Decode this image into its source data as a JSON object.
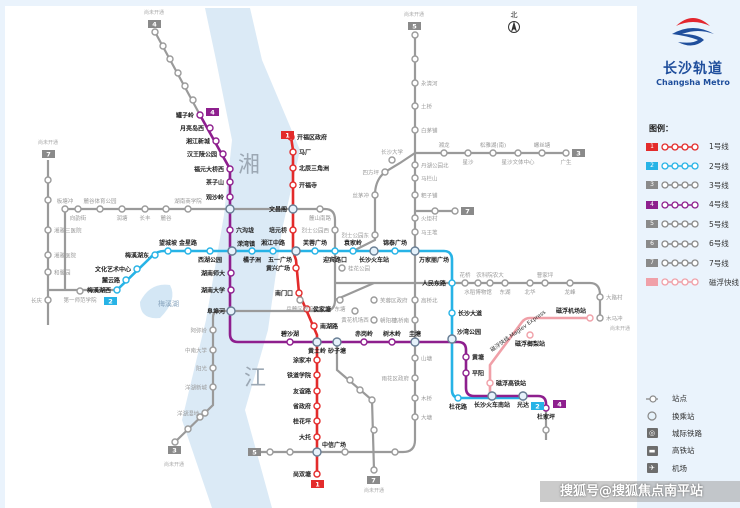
{
  "brand": {
    "name_cn": "长沙轨道",
    "name_en": "Changsha Metro"
  },
  "north_label": "北",
  "river_labels": [
    "湘",
    "江"
  ],
  "lake_label": "梅溪湖",
  "legend": {
    "title": "图例：",
    "lines": [
      {
        "badge": "1",
        "label": "1号线",
        "color": "#e32b2b"
      },
      {
        "badge": "2",
        "label": "2号线",
        "color": "#27b3e6"
      },
      {
        "badge": "3",
        "label": "3号线",
        "color": "#8a8a8a"
      },
      {
        "badge": "4",
        "label": "4号线",
        "color": "#8e1f8e"
      },
      {
        "badge": "5",
        "label": "5号线",
        "color": "#8a8a8a"
      },
      {
        "badge": "6",
        "label": "6号线",
        "color": "#8a8a8a"
      },
      {
        "badge": "7",
        "label": "7号线",
        "color": "#8a8a8a"
      },
      {
        "badge": "",
        "label": "磁浮快线",
        "color": "#f0a0a8"
      }
    ],
    "symbols": [
      {
        "icon": "station-icon",
        "label": "站点"
      },
      {
        "icon": "transfer-icon",
        "label": "换乘站"
      },
      {
        "icon": "intercity-rail-icon",
        "label": "城际铁路"
      },
      {
        "icon": "high-speed-rail-icon",
        "label": "高铁站"
      },
      {
        "icon": "airport-icon",
        "label": "机场"
      }
    ]
  },
  "lines": {
    "line1": {
      "name": "1号线",
      "badge": "1",
      "color": "#e32b2b",
      "stations": [
        "开福区政府",
        "马厂",
        "北辰三角洲",
        "开福寺",
        "文昌阁",
        "培元桥",
        "五一广场",
        "黄兴广场",
        "南门口",
        "侯家塘",
        "南湖路",
        "黄土岭",
        "涂家冲",
        "铁道学院",
        "友谊路",
        "省政府",
        "桂花坪",
        "大托",
        "中信广场",
        "尚双塘"
      ]
    },
    "line2": {
      "name": "2号线",
      "badge": "2",
      "color": "#27b3e6",
      "stations": [
        "梅溪湖西",
        "麓云路",
        "文化艺术中心",
        "梅溪湖东",
        "望城坡",
        "金星路",
        "西湖公园",
        "溁湾镇",
        "橘子洲",
        "湘江中路",
        "五一广场",
        "芙蓉广场",
        "迎宾路口",
        "袁家岭",
        "长沙火车站",
        "锦泰广场",
        "万家丽广场",
        "人民东路",
        "长沙大道",
        "沙湾公园",
        "杜花路",
        "长沙火车南站",
        "光达"
      ]
    },
    "line4": {
      "name": "4号线",
      "badge": "4",
      "color": "#8e1f8e",
      "stations": [
        "罐子岭",
        "月亮岛西",
        "湘江新城",
        "汉王陵公园",
        "福元大桥西",
        "茶子山",
        "观沙岭",
        "",
        "六沟垅",
        "溁湾镇",
        "湖南师大",
        "湖南大学",
        "阜埠河",
        "碧沙湖",
        "黄土岭",
        "砂子塘",
        "赤岗岭",
        "树木岭",
        "圭塘",
        "沙湾公园",
        "黄塘",
        "平阳",
        "长沙火车南站",
        "光达",
        "杜家坪"
      ]
    },
    "maglev": {
      "name": "磁浮快线",
      "label": "磁浮快线 Maglev Express",
      "color": "#f0a0a8",
      "stations": [
        "磁浮高铁站",
        "磁浮榔梨站",
        "磁浮机场站"
      ]
    }
  },
  "other_stations": [
    "长沙大学",
    "湘龙",
    "星沙",
    "松雅湖(南)",
    "星沙文体中心",
    "螺丝塘",
    "广生",
    "白茅铺",
    "土桥",
    "永清河",
    "丹湖公园北",
    "马栏山",
    "粑子铺",
    "火炬村",
    "马王堆",
    "烈士公园东",
    "雨花区政府",
    "高桥北",
    "高桥南",
    "花桥",
    "农科院农大",
    "水稻博物馆",
    "东湖",
    "北华",
    "曹家坪",
    "龙峰",
    "大路村",
    "木马冲",
    "黄花机场西",
    "东塘",
    "桂花公园",
    "芙蓉区政府",
    "朝阳村",
    "阿弥岭",
    "中南大学",
    "阳光",
    "洋湖新城",
    "洋湖湿地",
    "山塘",
    "木桥",
    "大塘",
    "板塘冲",
    "麓谷体育公园",
    "润塘",
    "向韵街",
    "长丰",
    "麓谷",
    "湖南商学院",
    "湘雅三医院",
    "湘雅医院",
    "和馨园",
    "长庆",
    "第一师范学院",
    "岳麓区政府",
    "麓山南路",
    "烈士公园西",
    "四方坪",
    "丝茅冲"
  ],
  "termini": {
    "not_open": "尚未开通"
  },
  "watermark": "搜狐号@搜狐焦点南平站"
}
